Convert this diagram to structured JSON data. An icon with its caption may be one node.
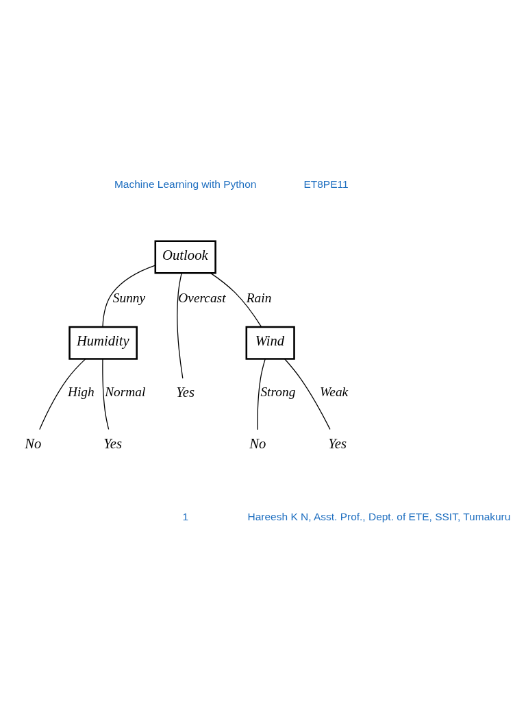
{
  "diagram": {
    "nodes": [
      {
        "text": [
          "Outlook"
        ]
      },
      {
        "text": [
          "Humidity"
        ]
      },
      {
        "text": [
          "Yes"
        ]
      },
      {
        "text": [
          "Wind"
        ]
      },
      {
        "text": [
          "No"
        ]
      },
      {
        "text": [
          "Yes"
        ]
      },
      {
        "text": [
          "No"
        ]
      },
      {
        "text": [
          "Yes"
        ]
      }
    ],
    "edges": [
      {
        "from": 0,
        "to": 1,
        "arrow": "none",
        "label": "Sunny"
      },
      {
        "from": 0,
        "to": 2,
        "arrow": "none",
        "label": "Overcast"
      },
      {
        "from": 0,
        "to": 3,
        "arrow": "none",
        "label": "Rain"
      },
      {
        "from": 1,
        "to": 4,
        "arrow": "none",
        "label": "High"
      },
      {
        "from": 1,
        "to": 5,
        "arrow": "none",
        "label": "Normal"
      },
      {
        "from": 3,
        "to": 6,
        "arrow": "none",
        "label": "Strong"
      },
      {
        "from": 3,
        "to": 7,
        "arrow": "none",
        "label": "Weak"
      }
    ],
    "labels": [
      "Machine Learning with Python",
      "ET8PE11",
      "1",
      "Hareesh K N, Asst. Prof., Dept. of ETE, SSIT, Tumakuru"
    ]
  }
}
